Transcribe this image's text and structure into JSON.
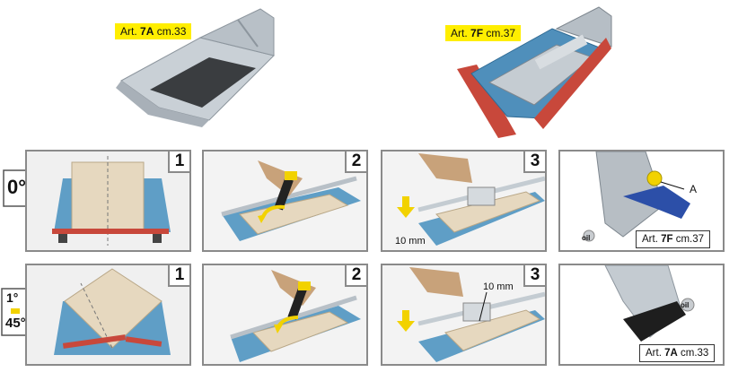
{
  "top": {
    "left_label": {
      "prefix": "Art. ",
      "model": "7A",
      "suffix": " cm.33"
    },
    "right_label": {
      "prefix": "Art. ",
      "model": "7F",
      "suffix": " cm.37"
    }
  },
  "row1": {
    "angle": "0°",
    "steps": [
      "1",
      "2",
      "3"
    ],
    "measurement": "10 mm",
    "detail_label": {
      "prefix": "Art. ",
      "model": "7F",
      "suffix": " cm.37"
    },
    "detail_oil": "oil",
    "detail_marker": "A"
  },
  "row2": {
    "angle_top": "1°",
    "angle_bottom": "45°",
    "steps": [
      "1",
      "2",
      "3"
    ],
    "measurement": "10 mm",
    "detail_label": {
      "prefix": "Art. ",
      "model": "7A",
      "suffix": " cm.33"
    },
    "detail_oil": "oil"
  },
  "colors": {
    "machine_blue": "#5f9ec6",
    "rail_red": "#c8483b",
    "label_yellow": "#ffee00",
    "handle_yellow": "#f2d200",
    "panel_border": "#8a8a8a"
  }
}
